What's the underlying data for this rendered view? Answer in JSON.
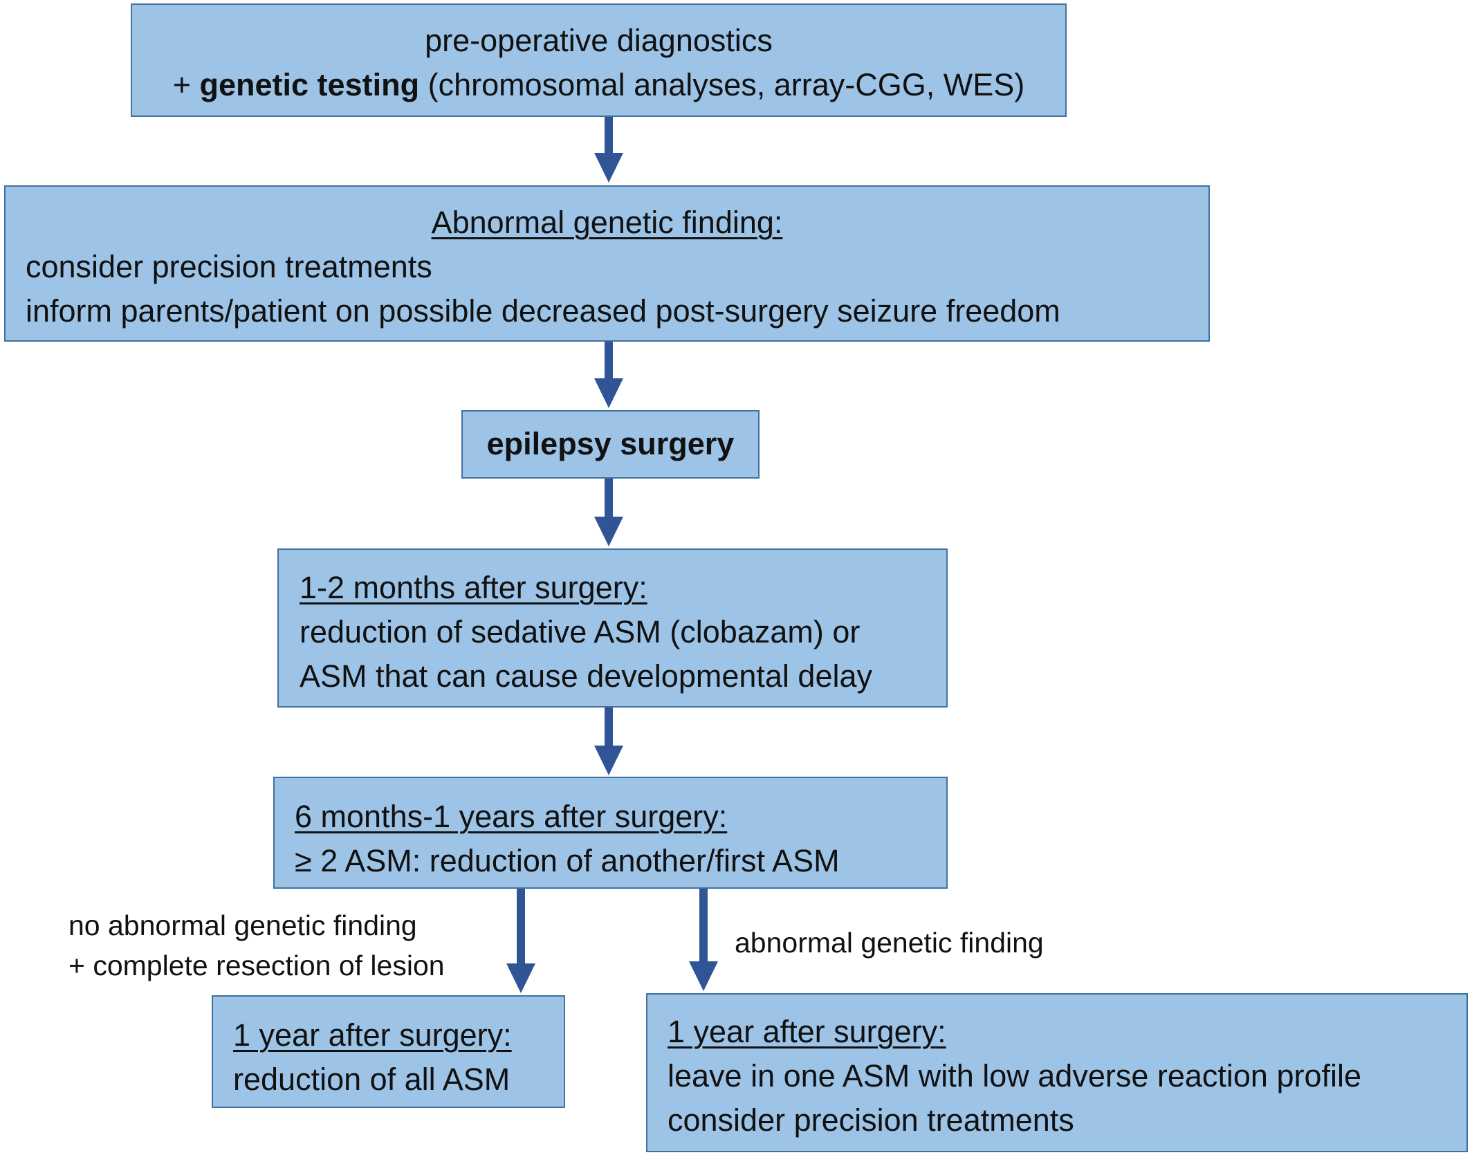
{
  "colors": {
    "box_fill": "#9dc3e6",
    "box_border": "#41719c",
    "arrow": "#2f5597"
  },
  "nodes": {
    "diagnostics": {
      "line1": "pre-operative diagnostics",
      "line2_prefix": "+ ",
      "line2_bold": "genetic testing",
      "line2_rest": " (chromosomal analyses, array-CGG, WES)"
    },
    "abnormal_finding": {
      "heading": "Abnormal genetic finding:",
      "line1": "consider precision treatments",
      "line2": "inform parents/patient on possible decreased post-surgery seizure freedom"
    },
    "surgery": {
      "label": "epilepsy surgery"
    },
    "months_1_2": {
      "heading": "1-2 months after surgery:",
      "line1": "reduction of sedative ASM (clobazam) or",
      "line2": "ASM that can cause developmental delay"
    },
    "months_6_12": {
      "heading": "6 months-1 years after surgery:",
      "line1": "≥ 2 ASM: reduction of another/first ASM"
    },
    "year1_left": {
      "heading": "1 year after surgery:",
      "line1": "reduction of all ASM"
    },
    "year1_right": {
      "heading": "1 year after surgery:",
      "line1": "leave in one ASM with low adverse reaction profile",
      "line2": "consider precision treatments"
    }
  },
  "edge_labels": {
    "left_line1": "no abnormal genetic finding",
    "left_line2": "+ complete resection of lesion",
    "right": "abnormal genetic finding"
  }
}
